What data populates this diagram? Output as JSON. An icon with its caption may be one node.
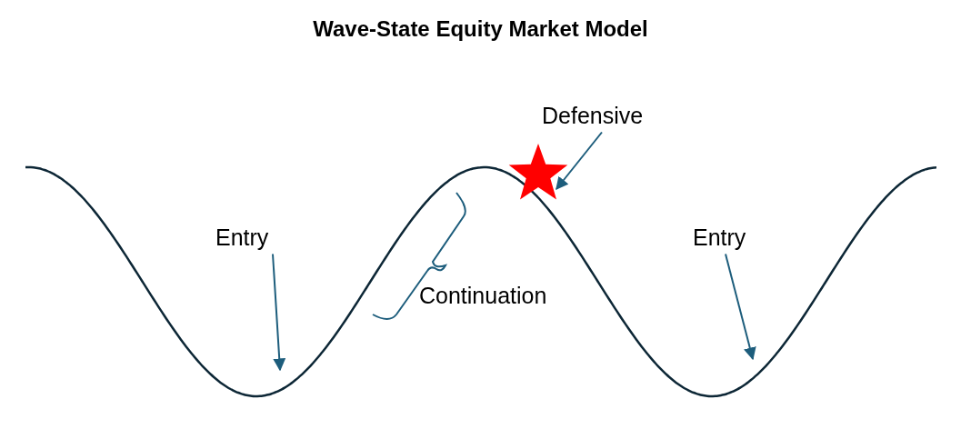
{
  "diagram": {
    "title": "Wave-State Equity Market Model",
    "nodes": [
      {
        "text": [
          "Entry"
        ]
      },
      {
        "text": [
          "Defensive"
        ]
      },
      {
        "text": [],
        "shape": "star"
      },
      {
        "text": [
          "Entry"
        ]
      }
    ],
    "edges": [
      {
        "from": 0,
        "to": null,
        "arrow": "to"
      },
      {
        "from": 1,
        "to": 2,
        "arrow": "to"
      },
      {
        "from": 3,
        "to": null,
        "arrow": "to"
      }
    ],
    "labels": [
      "Continuation"
    ]
  }
}
